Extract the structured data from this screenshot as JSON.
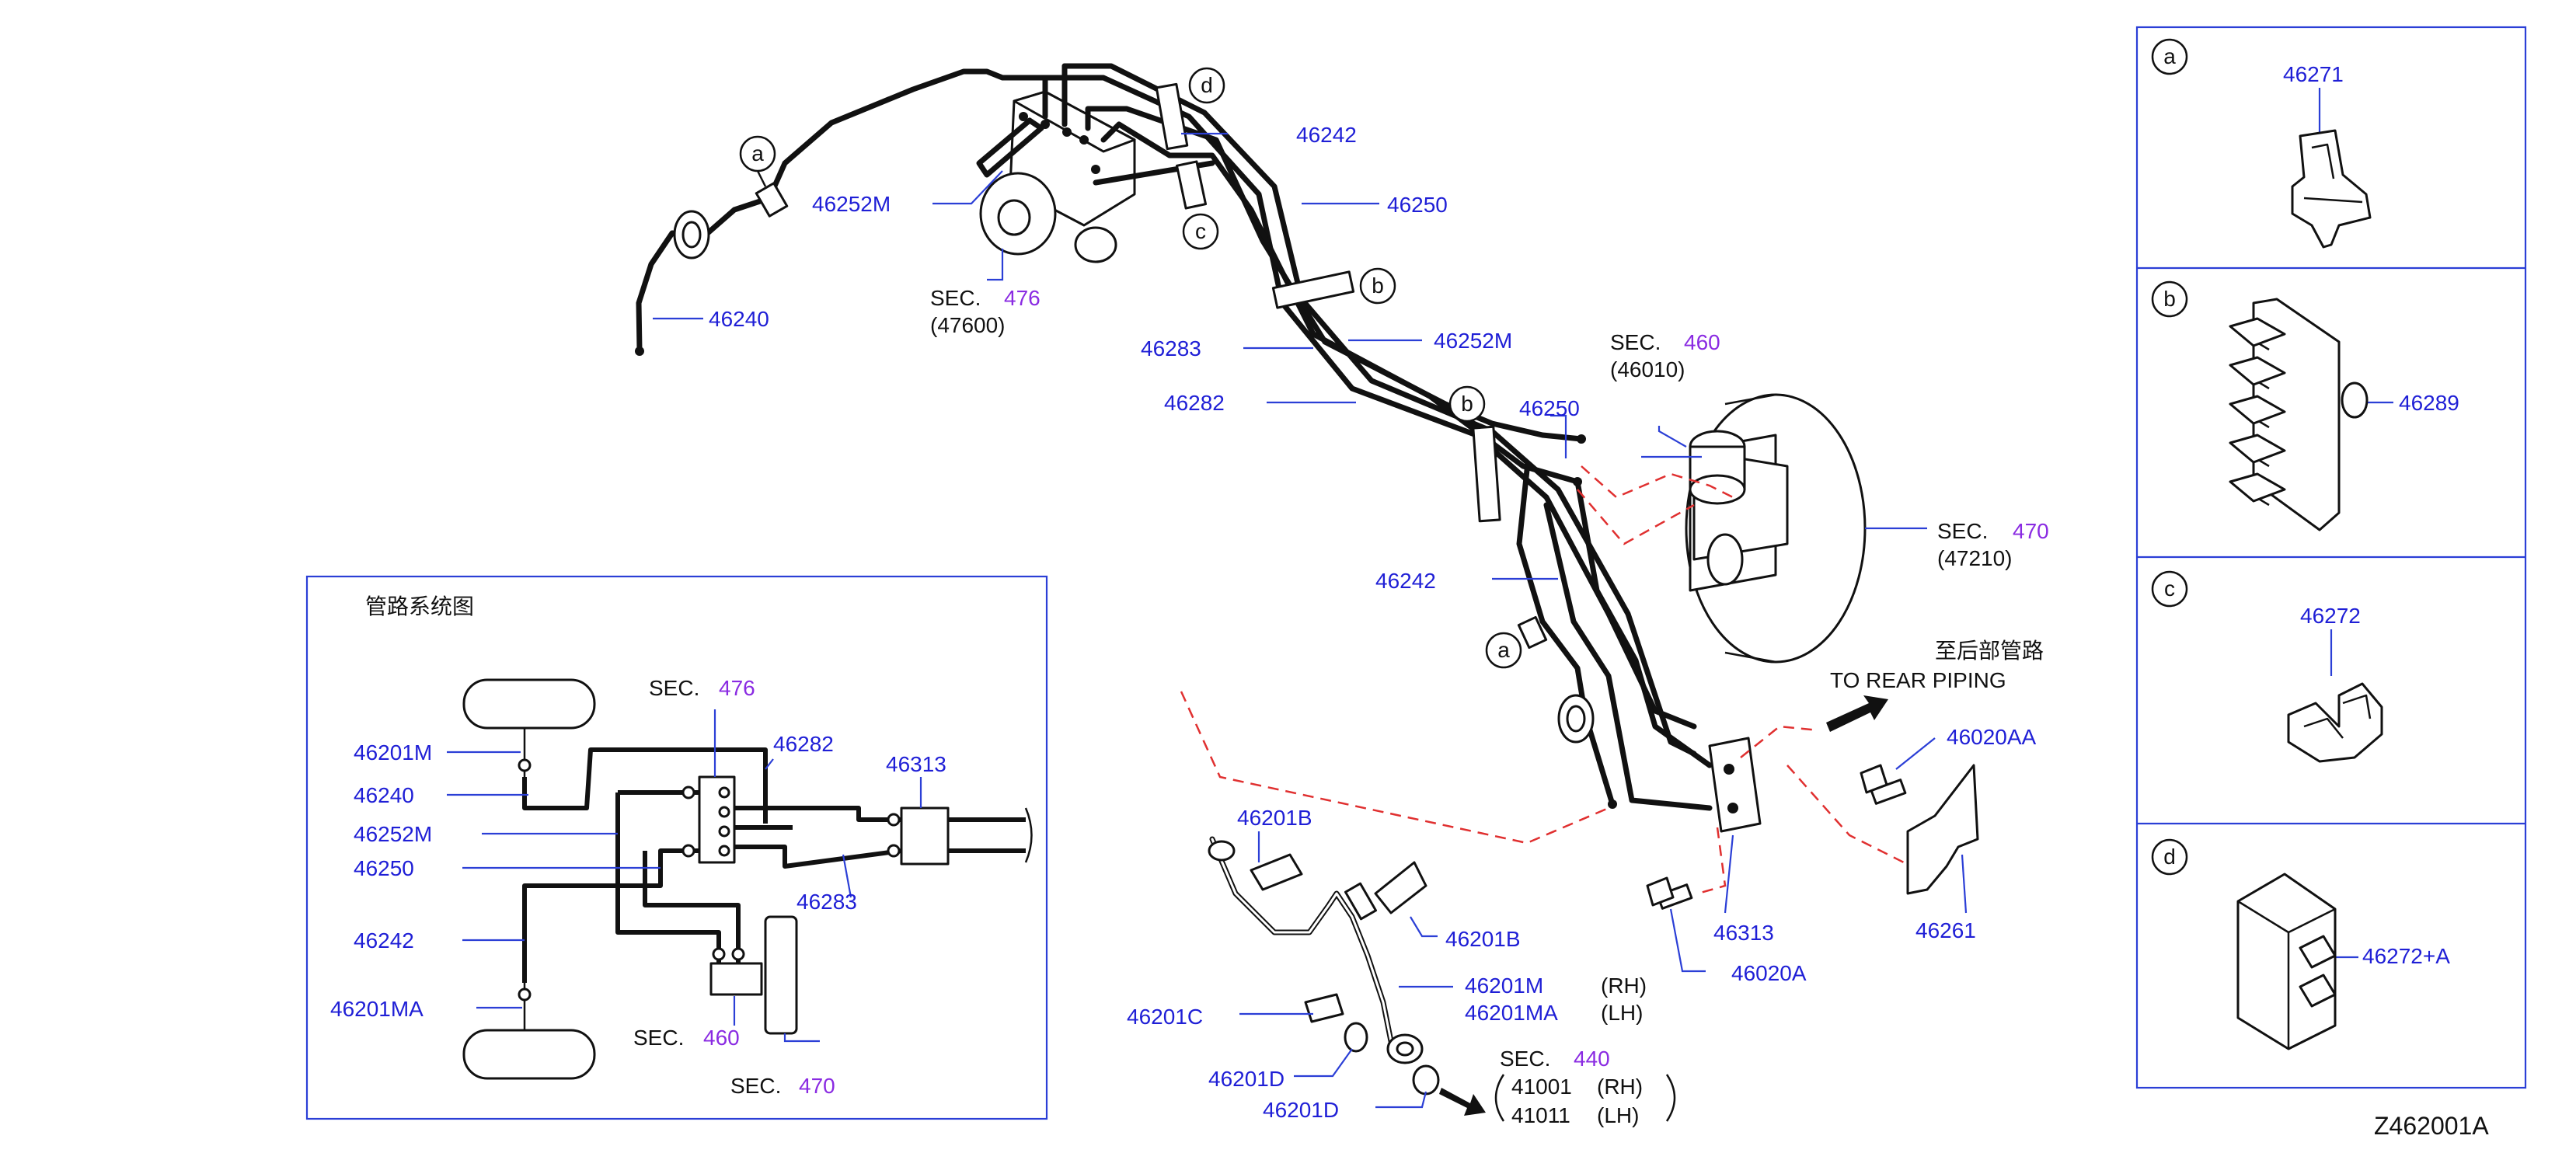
{
  "drawing_id": "Z462001A",
  "callouts": {
    "a": "a",
    "b": "b",
    "c": "c",
    "d": "d"
  },
  "main": {
    "p_46240": "46240",
    "p_46252M_top": "46252M",
    "p_46242_top": "46242",
    "p_46250_top": "46250",
    "p_46283": "46283",
    "p_46282": "46282",
    "p_46252M_mid": "46252M",
    "p_46250_mid": "46250",
    "p_46242_mid": "46242",
    "p_46313": "46313",
    "p_46020AA": "46020AA",
    "p_46020A": "46020A",
    "p_46261": "46261",
    "p_46201B_top": "46201B",
    "p_46201B_bot": "46201B",
    "p_46201M": "46201M",
    "p_46201MA": "46201MA",
    "rh": "(RH)",
    "lh": "(LH)",
    "p_46201C": "46201C",
    "p_46201D_1": "46201D",
    "p_46201D_2": "46201D",
    "sec_label": "SEC.",
    "sec_476": "476",
    "sec_476_sub": "(47600)",
    "sec_460": "460",
    "sec_460_sub": "(46010)",
    "sec_470": "470",
    "sec_470_sub": "(47210)",
    "sec_440": "440",
    "p_41001": "41001",
    "p_41011": "41011",
    "rh2": "(RH)",
    "lh2": "(LH)",
    "rear_cn": "至后部管路",
    "rear_en": "TO   REAR   PIPING"
  },
  "schematic": {
    "title": "管路系统图",
    "p_46201M": "46201M",
    "p_46240": "46240",
    "p_46252M": "46252M",
    "p_46250": "46250",
    "p_46242": "46242",
    "p_46201MA": "46201MA",
    "p_46282": "46282",
    "p_46283": "46283",
    "p_46313": "46313",
    "sec_label": "SEC.",
    "sec_476": "476",
    "sec_460": "460",
    "sec_470": "470"
  },
  "legend_panels": [
    {
      "letter": "a",
      "part": "46271"
    },
    {
      "letter": "b",
      "part": "46289"
    },
    {
      "letter": "c",
      "part": "46272"
    },
    {
      "letter": "d",
      "part": "46272+A"
    }
  ],
  "colors": {
    "part_number": "#1f1fd6",
    "section_number": "#8a2be2",
    "leader": "#2b3fd6",
    "phantom_line": "#e03030",
    "pipe": "#111111"
  }
}
